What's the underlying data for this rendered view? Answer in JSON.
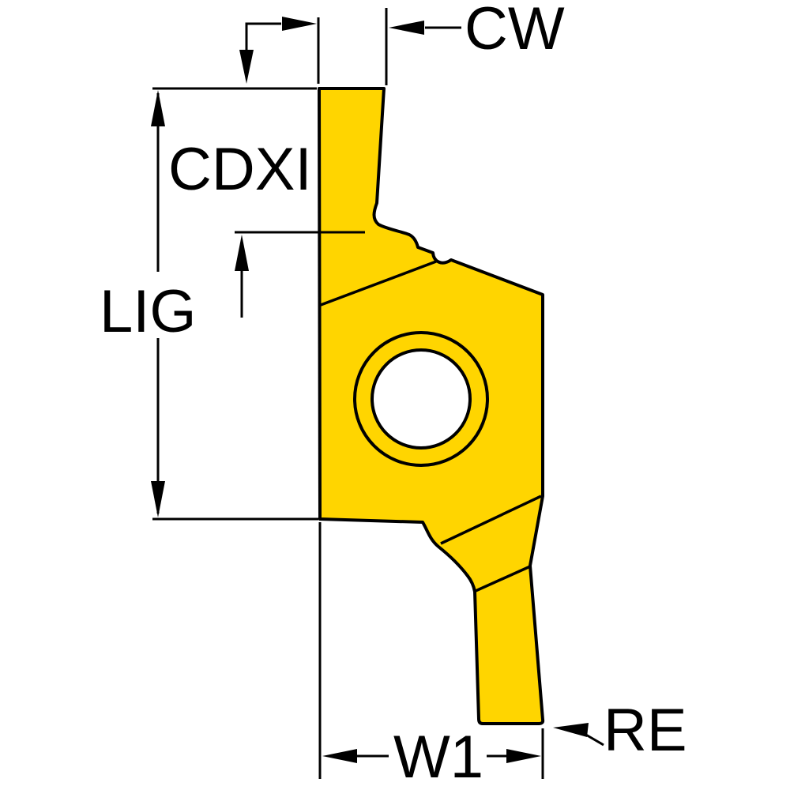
{
  "diagram": {
    "labels": {
      "cw": "CW",
      "cdxi": "CDXI",
      "lig": "LIG",
      "w1": "W1",
      "re": "RE"
    },
    "colors": {
      "insert_fill": "#FFD500",
      "outline": "#000000",
      "hole_fill": "#FFFFFF",
      "background": "#FFFFFF",
      "label_text": "#000000"
    }
  }
}
